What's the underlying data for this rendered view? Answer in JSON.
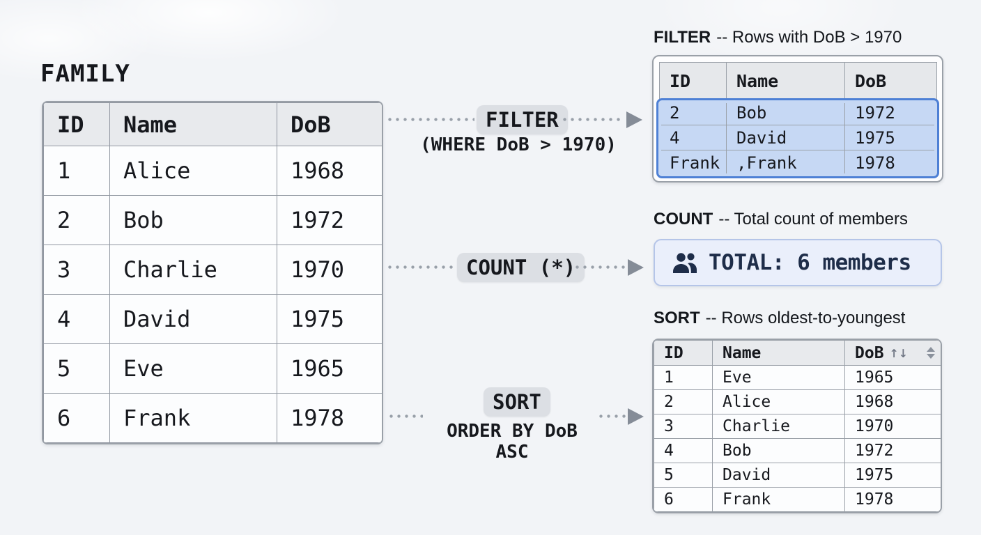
{
  "family": {
    "title": "FAMILY",
    "columns": [
      "ID",
      "Name",
      "DoB"
    ],
    "rows": [
      {
        "id": "1",
        "name": "Alice",
        "dob": "1968"
      },
      {
        "id": "2",
        "name": "Bob",
        "dob": "1972"
      },
      {
        "id": "3",
        "name": "Charlie",
        "dob": "1970"
      },
      {
        "id": "4",
        "name": "David",
        "dob": "1975"
      },
      {
        "id": "5",
        "name": "Eve",
        "dob": "1965"
      },
      {
        "id": "6",
        "name": "Frank",
        "dob": "1978"
      }
    ]
  },
  "operations": {
    "filter": {
      "label": "FILTER",
      "sublabel": "(WHERE DoB > 1970)"
    },
    "count": {
      "label": "COUNT (*)"
    },
    "sort": {
      "label": "SORT",
      "sublabel": "ORDER BY DoB ASC"
    }
  },
  "results": {
    "filter": {
      "heading_keyword": "FILTER",
      "heading_rest": "-- Rows with DoB > 1970",
      "columns": [
        "ID",
        "Name",
        "DoB"
      ],
      "rows": [
        {
          "id": "2",
          "name": "Bob",
          "dob": "1972"
        },
        {
          "id": "4",
          "name": "David",
          "dob": "1975"
        },
        {
          "id": "Frank",
          "name": ",Frank",
          "dob": "1978"
        }
      ]
    },
    "count": {
      "heading_keyword": "COUNT",
      "heading_rest": "-- Total count of members",
      "icon": "members-icon",
      "total_text": "TOTAL: 6 members"
    },
    "sort": {
      "heading_keyword": "SORT",
      "heading_rest": "-- Rows oldest-to-youngest",
      "columns": [
        "ID",
        "Name",
        "DoB"
      ],
      "sort_arrows": "↑↓",
      "rows": [
        {
          "id": "1",
          "name": "Eve",
          "dob": "1965"
        },
        {
          "id": "2",
          "name": "Alice",
          "dob": "1968"
        },
        {
          "id": "3",
          "name": "Charlie",
          "dob": "1970"
        },
        {
          "id": "4",
          "name": "Bob",
          "dob": "1972"
        },
        {
          "id": "5",
          "name": "David",
          "dob": "1975"
        },
        {
          "id": "6",
          "name": "Frank",
          "dob": "1978"
        }
      ]
    }
  },
  "colors": {
    "page_bg": "#f2f4f7",
    "table_border": "#9aa0a8",
    "header_bg": "#e8eaed",
    "pill_bg": "#dcdfe4",
    "arrow_gray": "#858c97",
    "highlight_fill": "#c6d8f4",
    "highlight_border": "#4e80d5",
    "count_panel_bg": "#eaeffb",
    "count_panel_border": "#b5c5e8",
    "count_text_navy": "#1e2d49",
    "text": "#16181d"
  }
}
